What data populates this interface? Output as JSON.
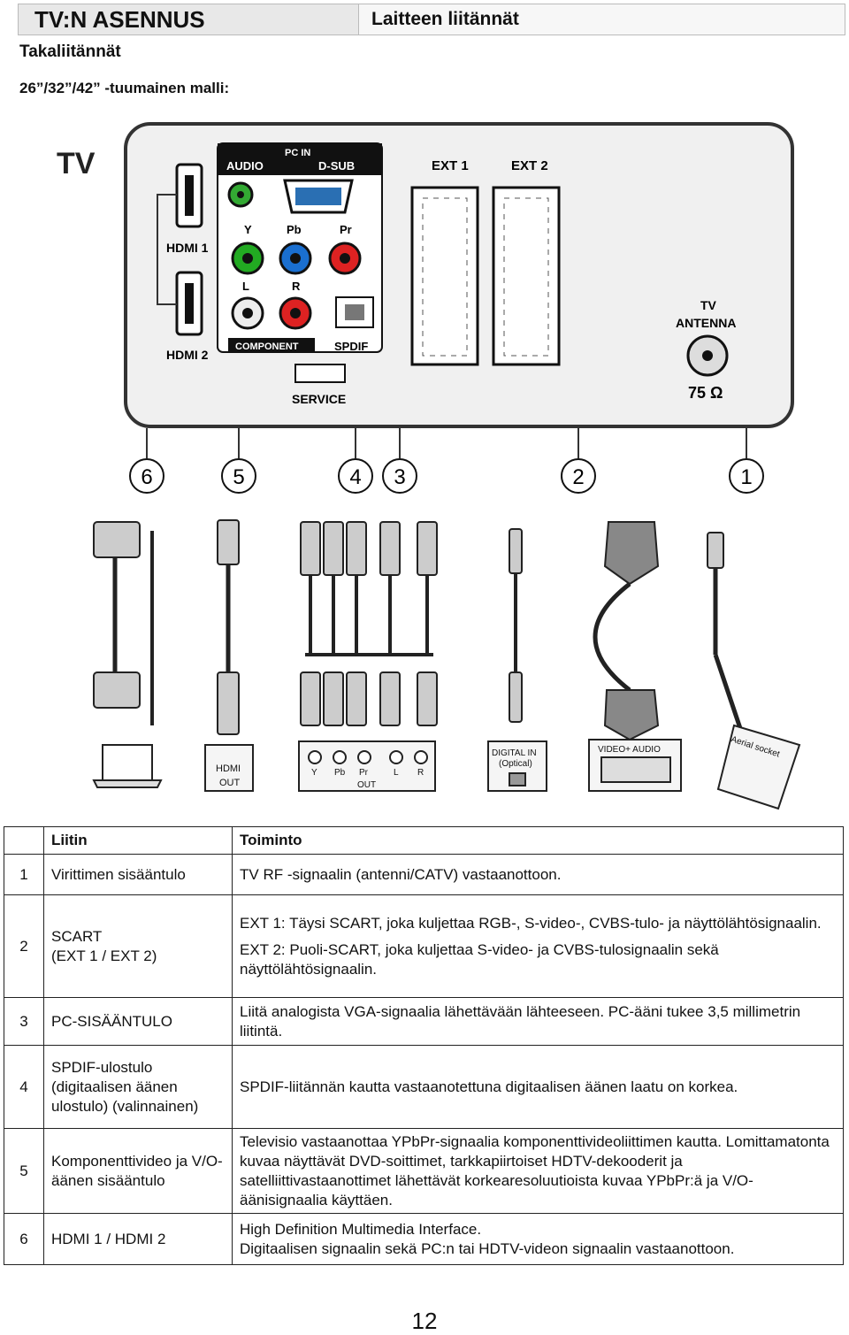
{
  "header": {
    "title": "TV:N ASENNUS",
    "section": "Laitteen liitännät"
  },
  "subtitle": "Takaliitännät",
  "model": "26”/32”/42” -tuumainen malli:",
  "diagram": {
    "tv": "TV",
    "audio": "AUDIO",
    "pc_in": "PC IN",
    "dsub": "D-SUB",
    "ext1": "EXT 1",
    "ext2": "EXT 2",
    "hdmi1": "HDMI 1",
    "hdmi2": "HDMI 2",
    "y": "Y",
    "pb": "Pb",
    "pr": "Pr",
    "l": "L",
    "r": "R",
    "component": "COMPONENT",
    "spdif": "SPDIF",
    "service": "SERVICE",
    "tv_antenna_1": "TV",
    "tv_antenna_2": "ANTENNA",
    "ohm": "75 Ω",
    "callouts": [
      "6",
      "5",
      "4",
      "3",
      "2",
      "1"
    ],
    "hdmi_out_1": "HDMI",
    "hdmi_out_2": "OUT",
    "comp_y": "Y",
    "comp_pb": "Pb",
    "comp_pr": "Pr",
    "comp_l": "L",
    "comp_r": "R",
    "comp_out": "OUT",
    "digital_in_1": "DIGITAL IN",
    "digital_in_2": "(Optical)",
    "video_audio": "VIDEO+ AUDIO",
    "aerial": "Aerial socket"
  },
  "table": {
    "headers": [
      "",
      "Liitin",
      "Toiminto"
    ],
    "rows": [
      {
        "num": "1",
        "name": [
          "Virittimen sisääntulo"
        ],
        "desc": [
          "TV RF -signaalin (antenni/CATV) vastaanottoon."
        ]
      },
      {
        "num": "2",
        "name": [
          "SCART",
          "(EXT 1 / EXT 2)"
        ],
        "desc": [
          "EXT 1: Täysi SCART, joka kuljettaa RGB-, S-video-, CVBS-tulo- ja näyttölähtösignaalin.",
          "EXT 2: Puoli-SCART, joka kuljettaa S-video- ja CVBS-tulosignaalin sekä näyttölähtösignaalin."
        ]
      },
      {
        "num": "3",
        "name": [
          "PC-SISÄÄNTULO"
        ],
        "desc": [
          "Liitä analogista VGA-signaalia lähettävään lähteeseen. PC-ääni tukee 3,5 millimetrin liitintä."
        ]
      },
      {
        "num": "4",
        "name": [
          "SPDIF-ulostulo (digitaalisen äänen ulostulo) (valinnainen)"
        ],
        "desc": [
          "SPDIF-liitännän kautta vastaanotettuna digitaalisen äänen laatu on korkea."
        ]
      },
      {
        "num": "5",
        "name": [
          "Komponenttivideo ja V/O-äänen sisääntulo"
        ],
        "desc": [
          "Televisio vastaanottaa YPbPr-signaalia komponenttivideoliittimen kautta. Lomittamatonta kuvaa näyttävät DVD-soittimet, tarkkapiirtoiset HDTV-dekooderit ja satelliittivastaanottimet lähettävät korkearesoluutioista kuvaa YPbPr:ä ja V/O-äänisignaalia käyttäen."
        ]
      },
      {
        "num": "6",
        "name": [
          "HDMI 1 / HDMI 2"
        ],
        "desc": [
          "High Definition Multimedia Interface.",
          "Digitaalisen signaalin sekä PC:n tai HDTV-videon signaalin vastaanottoon."
        ]
      }
    ]
  },
  "page_number": "12"
}
